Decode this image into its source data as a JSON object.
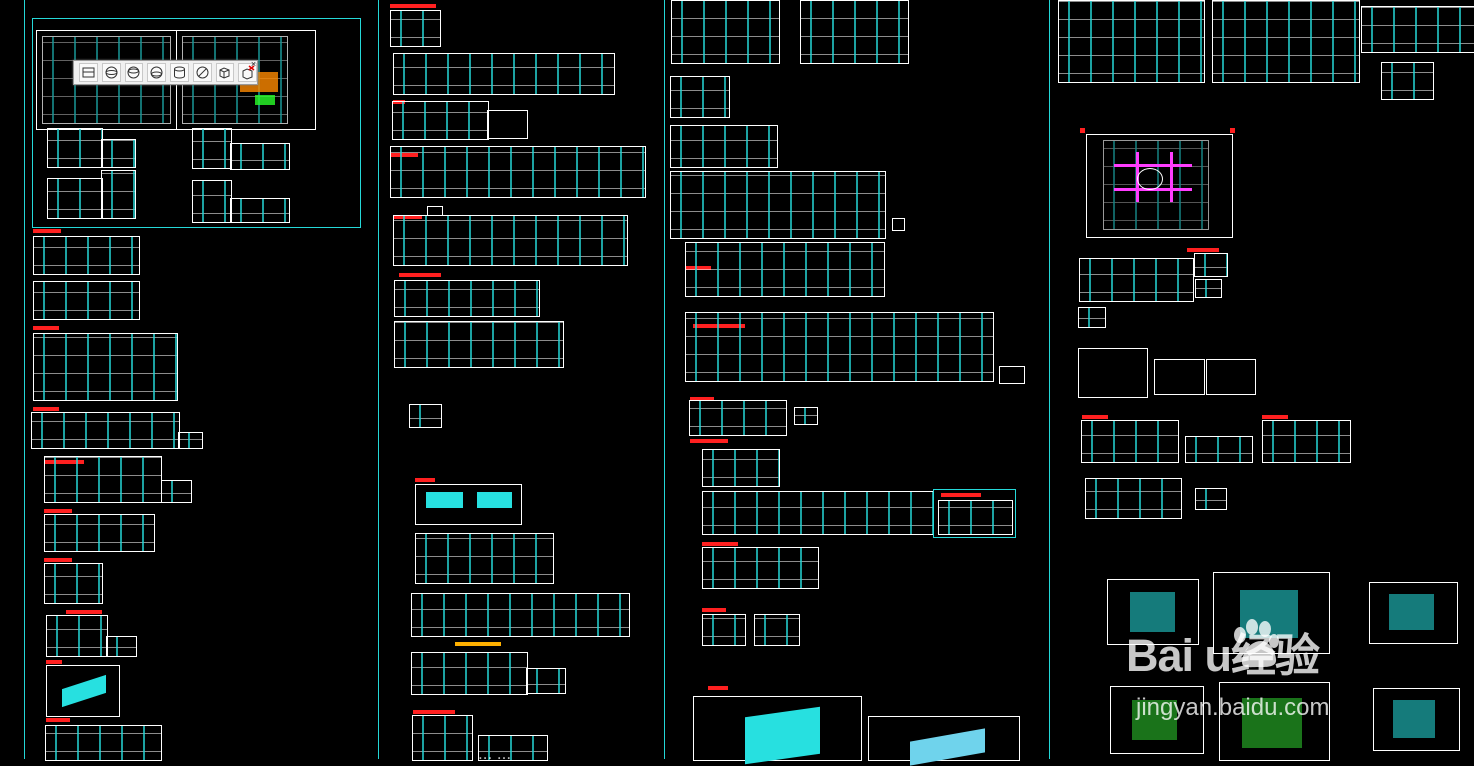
{
  "watermark": {
    "brand": "Bai  u经验",
    "site": "jingyan.baidu.com"
  },
  "bottom_caption": "...   ...",
  "toolbar": {
    "items": [
      "view-box-front",
      "view-box-sphere",
      "view-box-sphere-2",
      "view-box-sphere-3",
      "view-box-cylinder",
      "view-no-entry",
      "view-cube",
      "view-cube-x"
    ],
    "close_label": "×"
  },
  "colors": {
    "background": "#000000",
    "cad_cyan": "#25d9d9",
    "cad_red": "#ff2020",
    "cad_white": "#ffffff",
    "cad_magenta": "#ff3dff"
  }
}
